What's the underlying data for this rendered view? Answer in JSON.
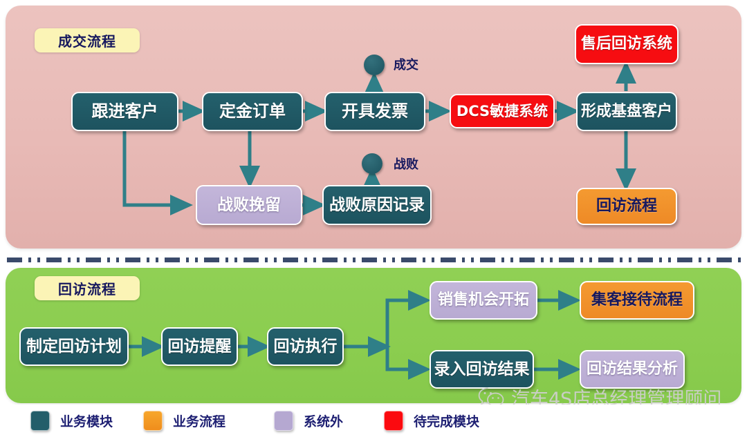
{
  "sections": {
    "deal": {
      "badge": "成交流程"
    },
    "visit": {
      "badge": "回访流程"
    }
  },
  "deal_nodes": {
    "follow_customer": "跟进客户",
    "deposit_order": "定金订单",
    "issue_invoice": "开具发票",
    "dcs_system": "DCS敏捷系统",
    "form_base_customer": "形成基盘客户",
    "after_sales_system": "售后回访系统",
    "visit_process": "回访流程",
    "loss_retention": "战败挽留",
    "loss_reason_record": "战败原因记录"
  },
  "deal_markers": {
    "deal_done": "成交",
    "deal_lost": "战败"
  },
  "visit_nodes": {
    "make_plan": "制定回访计划",
    "visit_reminder": "回访提醒",
    "visit_execute": "回访执行",
    "sales_opportunity": "销售机会开拓",
    "gathering_reception": "集客接待流程",
    "enter_result": "录入回访结果",
    "result_analysis": "回访结果分析"
  },
  "legend": {
    "items": [
      {
        "label": "业务模块",
        "color": "#235e6a"
      },
      {
        "label": "业务流程",
        "color": "#ef8d1c"
      },
      {
        "label": "系统外",
        "color": "#b5a8d1"
      },
      {
        "label": "待完成模块",
        "color": "#fb0a0f"
      }
    ]
  },
  "watermark": {
    "text": "汽车4S店总经理管理顾问"
  },
  "palette": {
    "panel_deal_bg": "#e8bab6",
    "panel_visit_bg": "#8bcd4f",
    "badge_bg": "#fbf4b6",
    "badge_text": "#16185e",
    "node_teal": "#1d535f",
    "node_purple": "#b8aad2",
    "node_red": "#f60d11",
    "node_orange": "#ee8a26",
    "connector": "#2f7f88",
    "divider": "#3a4a6b"
  }
}
